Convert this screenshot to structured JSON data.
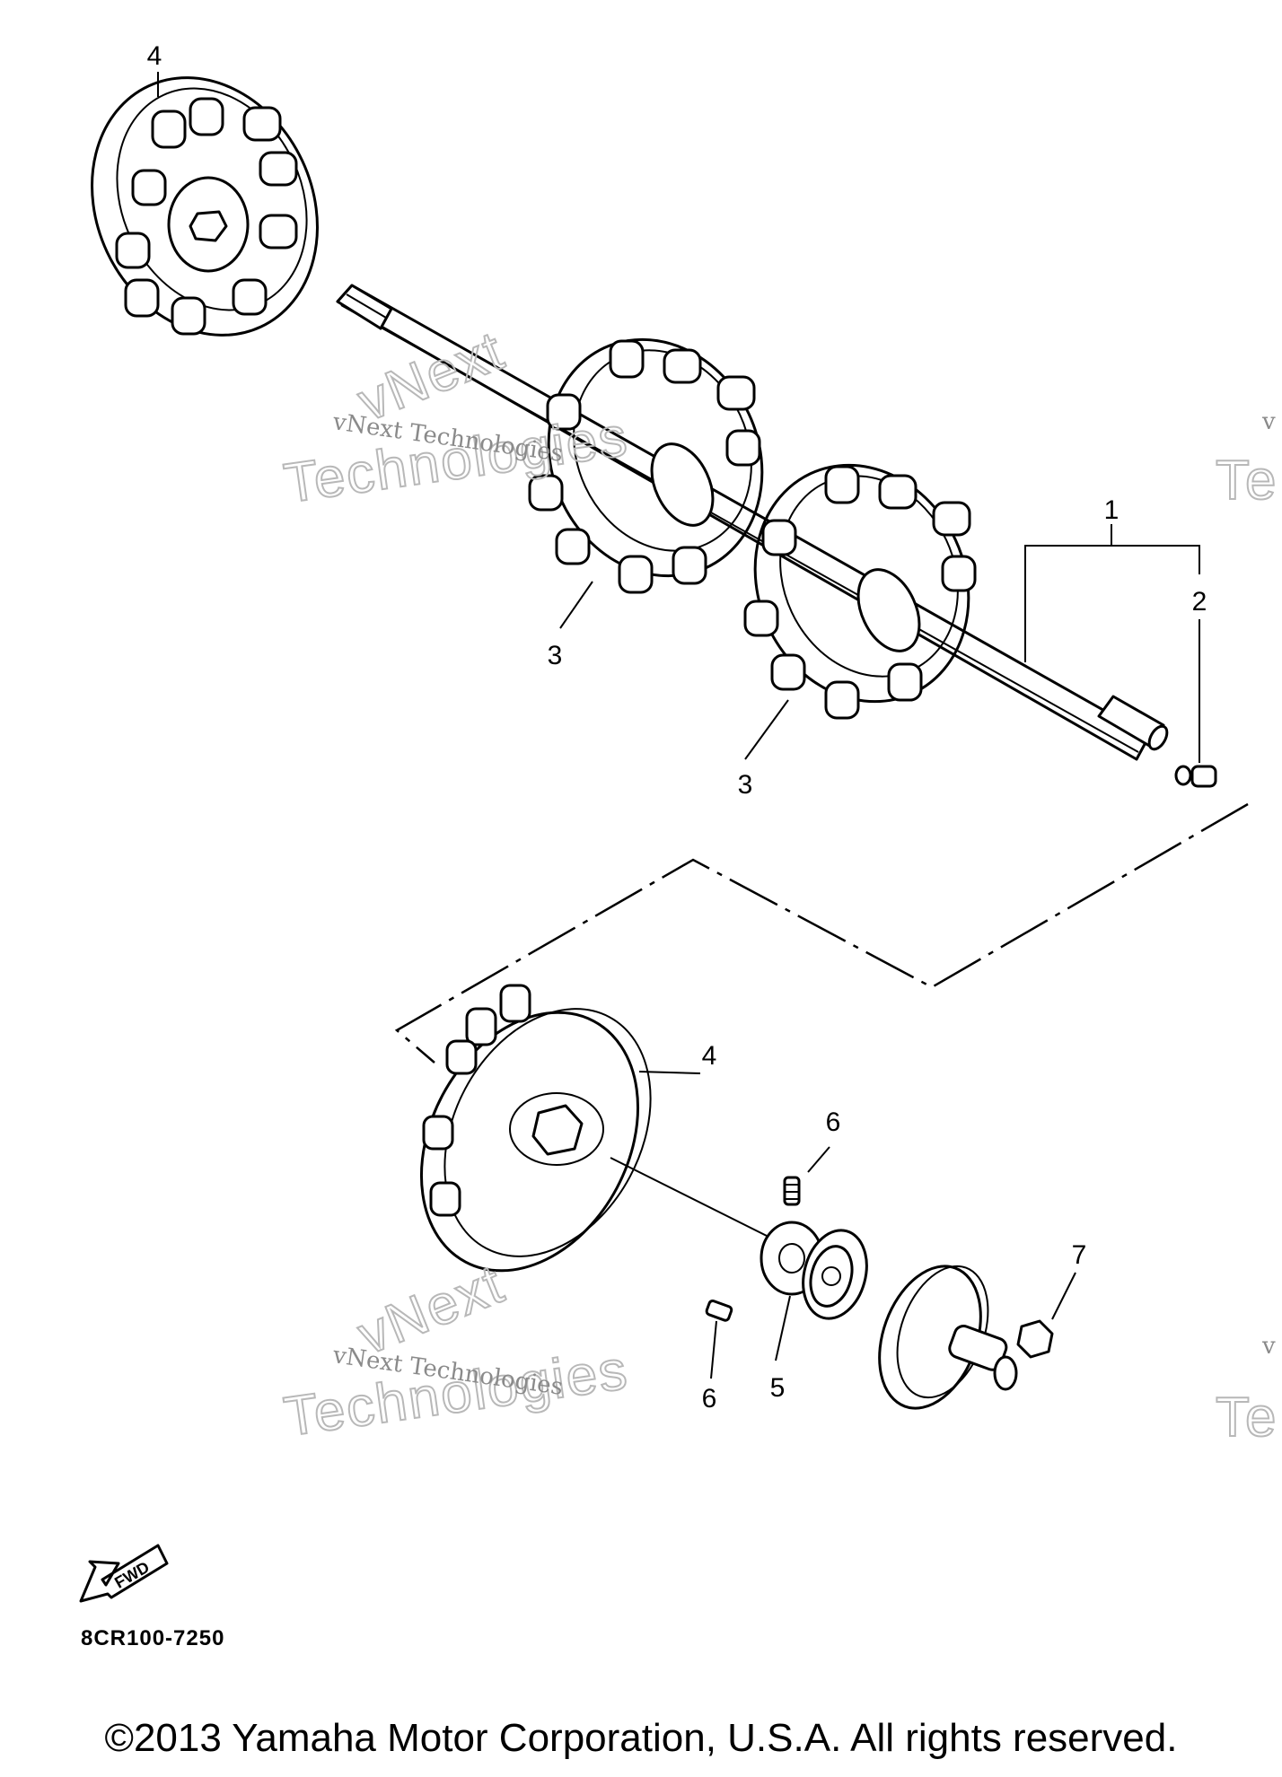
{
  "diagram": {
    "callouts": {
      "c1": "1",
      "c2": "2",
      "c3a": "3",
      "c3b": "3",
      "c4a": "4",
      "c4b": "4",
      "c5": "5",
      "c6a": "6",
      "c6b": "6",
      "c7": "7"
    },
    "watermark": {
      "small": "vNext Technologies",
      "line1": "vNext",
      "line2": "Technologies",
      "edge_small": "v",
      "edge_big": "Te"
    },
    "fwd_label": "FWD",
    "diagram_code": "8CR100-7250",
    "copyright": "©2013 Yamaha Motor Corporation, U.S.A. All rights reserved."
  }
}
